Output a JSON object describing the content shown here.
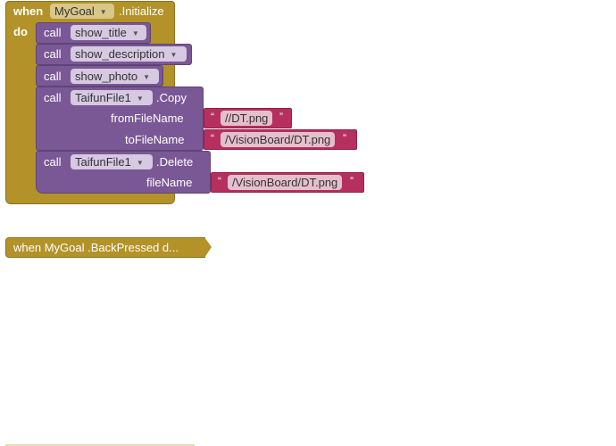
{
  "initialize_block": {
    "when_label": "when",
    "component": "MyGoal",
    "event": ".Initialize",
    "do_label": "do",
    "calls": [
      {
        "call_label": "call",
        "procedure": "show_title"
      },
      {
        "call_label": "call",
        "procedure": "show_description"
      },
      {
        "call_label": "call",
        "procedure": "show_photo"
      }
    ],
    "copy_call": {
      "call_label": "call",
      "component": "TaifunFile1",
      "method": ".Copy",
      "from_label": "fromFileName",
      "from_value": "//DT.png",
      "to_label": "toFileName",
      "to_value": "/VisionBoard/DT.png"
    },
    "delete_call": {
      "call_label": "call",
      "component": "TaifunFile1",
      "method": ".Delete",
      "file_label": "fileName",
      "file_value": "/VisionBoard/DT.png"
    }
  },
  "backpressed_block": {
    "label": "when  MyGoal .BackPressed d..."
  },
  "quote_open": "“",
  "quote_close": "”",
  "dropdown_icon": "triangle-down",
  "colors": {
    "event": "#b39229",
    "procedure": "#7a5896",
    "text": "#b5305f"
  }
}
